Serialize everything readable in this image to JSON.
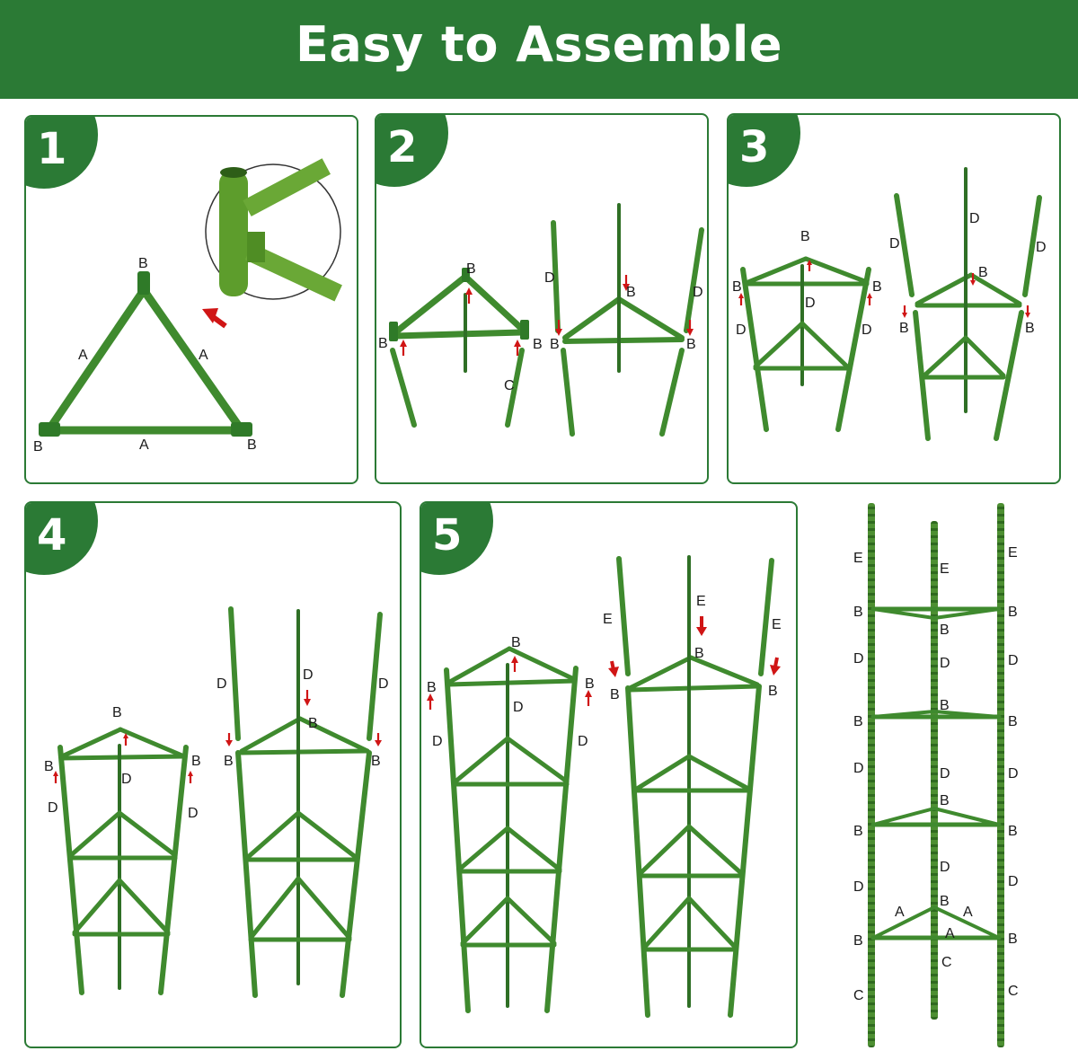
{
  "header": {
    "title": "Easy to Assemble"
  },
  "steps": [
    {
      "number": "1",
      "labels": [
        "B",
        "A",
        "A",
        "B",
        "A",
        "B"
      ]
    },
    {
      "number": "2",
      "labels": [
        "B",
        "B",
        "B",
        "C",
        "D",
        "B",
        "D",
        "B",
        "B"
      ]
    },
    {
      "number": "3",
      "labels": [
        "B",
        "B",
        "D",
        "B",
        "D",
        "D",
        "D",
        "D",
        "B",
        "D",
        "B",
        "B"
      ]
    },
    {
      "number": "4",
      "labels": [
        "B",
        "B",
        "D",
        "B",
        "D",
        "D",
        "D",
        "D",
        "D",
        "B",
        "B",
        "B"
      ]
    },
    {
      "number": "5",
      "labels": [
        "B",
        "B",
        "D",
        "B",
        "D",
        "D",
        "E",
        "E",
        "E",
        "B",
        "B",
        "B"
      ]
    }
  ],
  "final_labels": {
    "left": [
      "E",
      "B",
      "D",
      "B",
      "D",
      "B",
      "D",
      "B",
      "C"
    ],
    "center": [
      "E",
      "B",
      "D",
      "B",
      "D",
      "B",
      "D",
      "B",
      "A",
      "C"
    ],
    "right": [
      "E",
      "B",
      "D",
      "B",
      "D",
      "B",
      "D",
      "B",
      "C"
    ],
    "crossbar": [
      "A",
      "A"
    ]
  },
  "colors": {
    "brand_green": "#2b7a35",
    "tube_green": "#3f8a2e",
    "arrow_red": "#d01515"
  },
  "icons": [
    "joint-closeup-icon",
    "red-arrow-icon"
  ]
}
